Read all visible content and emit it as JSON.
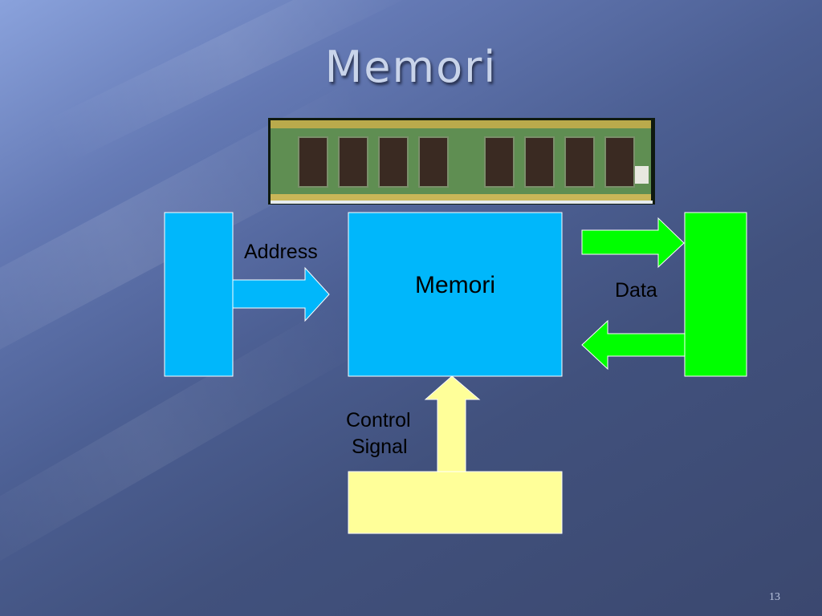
{
  "slide": {
    "title": "Memori",
    "page_number": "13"
  },
  "image": {
    "name": "ram-module",
    "description": "Photograph of a green RAM memory module with black chips"
  },
  "diagram": {
    "memory_block_label": "Memori",
    "address_label": "Address",
    "data_label": "Data",
    "control_label_line1": "Control",
    "control_label_line2": "Signal"
  },
  "colors": {
    "memory_block": "#00b7fb",
    "address_source": "#00b7fb",
    "address_arrow": "#00b7fb",
    "data_block": "#00ff00",
    "data_arrows": "#00ff00",
    "control_block": "#ffff99",
    "control_arrow": "#ffff99",
    "title_text": "#c9d4ea"
  }
}
